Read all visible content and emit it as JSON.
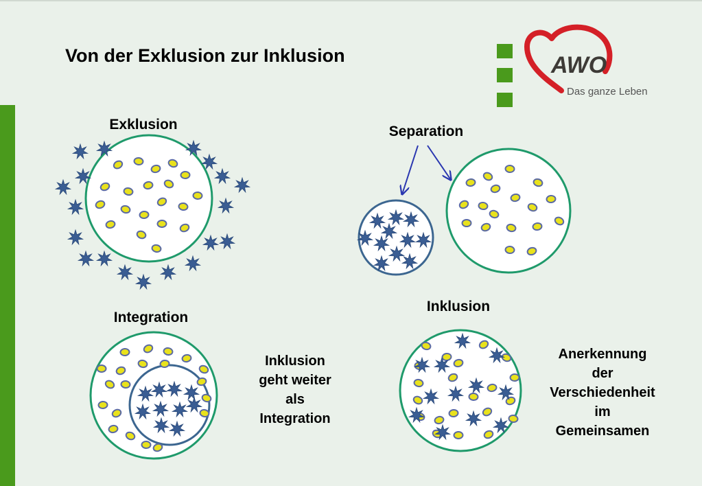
{
  "title": "Von der Exklusion zur Inklusion",
  "logo": {
    "brand": "AWO",
    "tagline": "Das ganze Leben",
    "heart_color": "#d42027",
    "square_color": "#4a9a1c"
  },
  "panels": {
    "exklusion": {
      "label": "Exklusion"
    },
    "separation": {
      "label": "Separation"
    },
    "integration": {
      "label": "Integration",
      "caption": [
        "Inklusion",
        "geht weiter",
        "als",
        "Integration"
      ]
    },
    "inklusion": {
      "label": "Inklusion",
      "caption": [
        "Anerkennung",
        "der",
        "Verschiedenheit",
        "im",
        "Gemeinsamen"
      ]
    }
  },
  "colors": {
    "circle_green": "#1f9a6b",
    "circle_blue": "#3c6690",
    "dot_fill": "#e9e21c",
    "dot_outline": "#5b6aa3",
    "star_fill": "#3a5d93",
    "arrow": "#2a37b0",
    "accent_bar": "#4a9a1c"
  }
}
